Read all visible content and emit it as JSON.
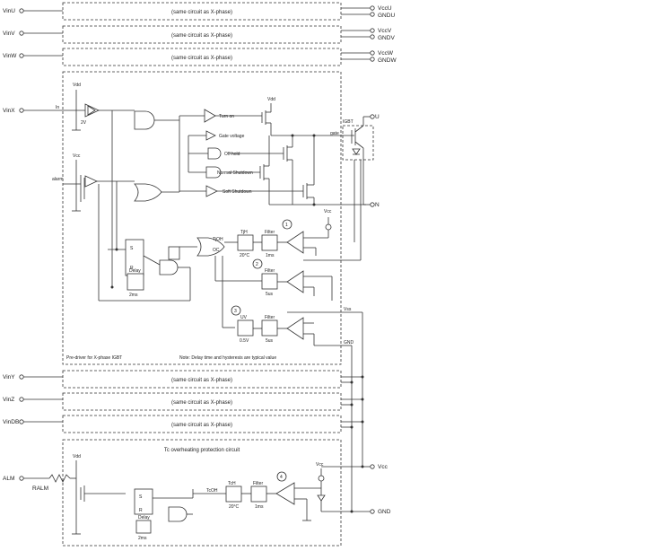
{
  "pins_left": {
    "vinu": "VinU",
    "vinv": "VinV",
    "vinw": "VinW",
    "vinx": "VinX",
    "viny": "VinY",
    "vinz": "VinZ",
    "vindb": "VinDB",
    "alm": "ALM",
    "ralm": "RALM"
  },
  "pins_right": {
    "vccu": "VccU",
    "gndu": "GNDU",
    "vccv": "VccV",
    "gndv": "GNDV",
    "vccw": "VccW",
    "gndw": "GNDW",
    "u": "U",
    "n": "N",
    "vcc": "Vcc",
    "gnd": "GND"
  },
  "phase_blocks": {
    "u": "(same circuit as X-phase)",
    "v": "(same circuit as X-phase)",
    "w": "(same circuit as X-phase)",
    "y": "(same circuit as X-phase)",
    "z": "(same circuit as X-phase)",
    "db": "(same circuit as X-phase)"
  },
  "xphase": {
    "in_label": "In",
    "vdd": "Vdd",
    "vcc": "Vcc",
    "alarm": "alarm",
    "turn_on": "Turn on",
    "gate_voltage": "Gate voltage",
    "off_hold": "Off hold",
    "normal_shutdown": "Normal Shutdown",
    "soft_shutdown": "Soft Shutdown",
    "igbt": "IGBT",
    "gate": "gate",
    "delay": "Delay",
    "delay_time": "2ms",
    "tj_oh": "TjOH",
    "oc": "OC",
    "uv": "UV",
    "tjh": "TjH",
    "tjh_val": "20°C",
    "filter": "Filter",
    "filter_time": "1ms",
    "filter_5us": "5us",
    "oc_uv_filter": "5us",
    "hys_uv": "0.5V",
    "vcc2": "Vcc",
    "vss": "Vss",
    "gnd": "GND",
    "footer_left": "Pre-driver for X-phase IGBT",
    "footer_right": "Note: Delay time and hysteresis are typical value",
    "markers": [
      "1",
      "2",
      "3"
    ]
  },
  "overheat": {
    "title": "Tc overheating protection circuit",
    "vdd": "Vdd",
    "vcc": "Vcc",
    "delay": "Delay",
    "delay_time": "2ms",
    "tc_oh": "TcOH",
    "tch": "TcH",
    "tch_val": "20°C",
    "filter": "Filter",
    "filter_time": "1ms",
    "marker": "4"
  }
}
